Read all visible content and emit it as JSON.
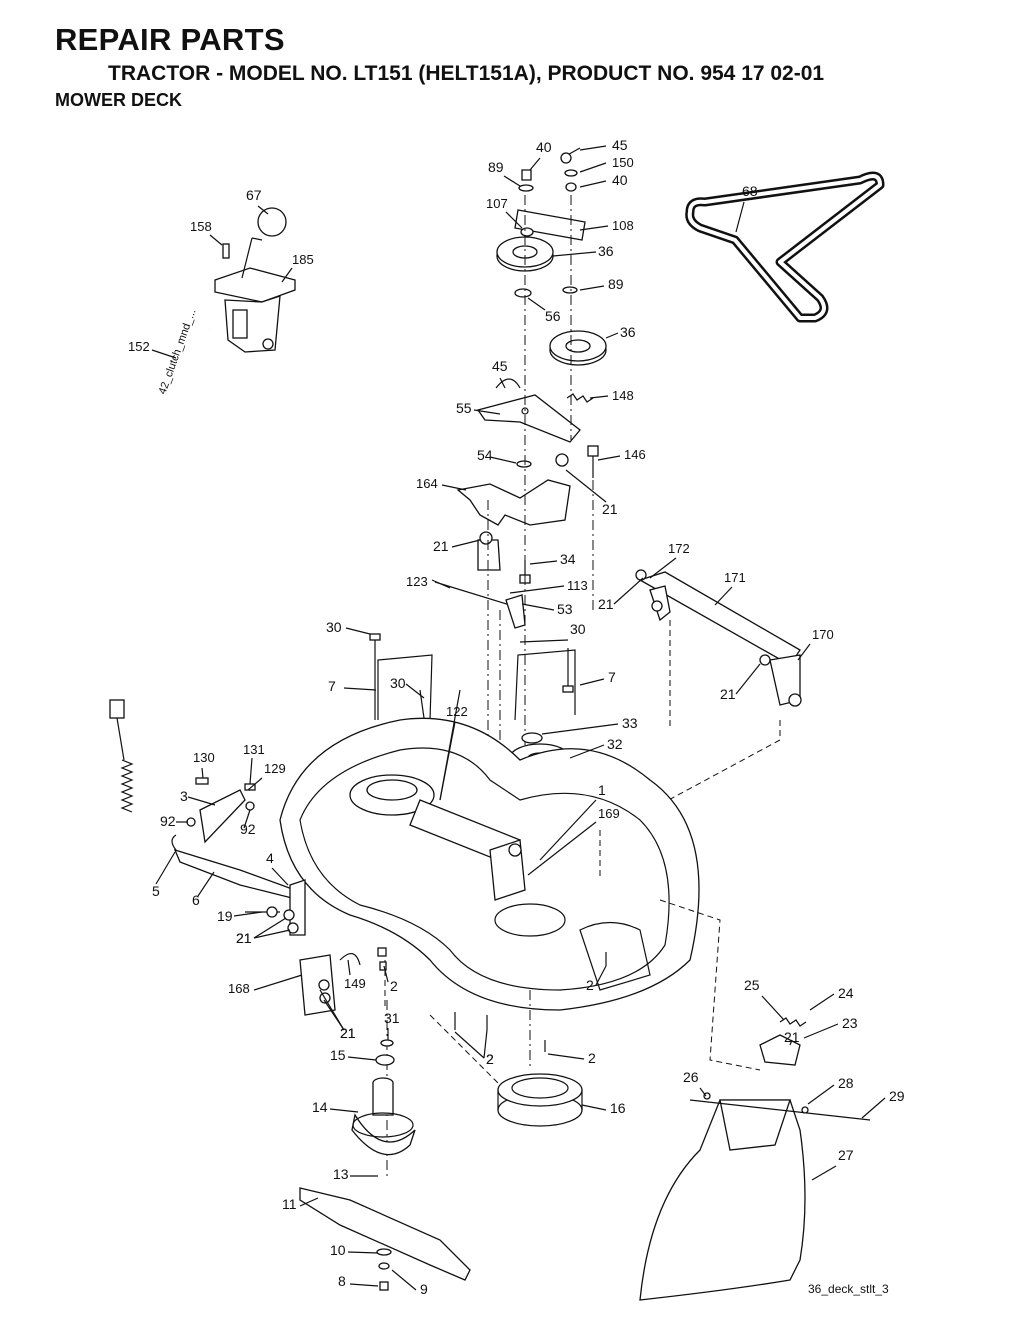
{
  "header": {
    "title": "REPAIR PARTS",
    "subtitle": "TRACTOR - MODEL NO. LT151 (HELT151A), PRODUCT NO. 954 17 02-01",
    "section": "MOWER DECK"
  },
  "figure_id": "36_deck_stlt_3",
  "cable_tag": "42_clutch_mnd_...",
  "callouts": [
    "1",
    "2",
    "3",
    "4",
    "5",
    "6",
    "7",
    "8",
    "9",
    "10",
    "11",
    "13",
    "14",
    "15",
    "16",
    "19",
    "21",
    "23",
    "24",
    "25",
    "26",
    "27",
    "28",
    "29",
    "30",
    "31",
    "32",
    "33",
    "34",
    "36",
    "40",
    "45",
    "53",
    "54",
    "55",
    "56",
    "67",
    "68",
    "89",
    "92",
    "107",
    "108",
    "113",
    "122",
    "123",
    "129",
    "130",
    "131",
    "146",
    "148",
    "149",
    "150",
    "152",
    "158",
    "164",
    "168",
    "169",
    "170",
    "171",
    "172",
    "185"
  ]
}
